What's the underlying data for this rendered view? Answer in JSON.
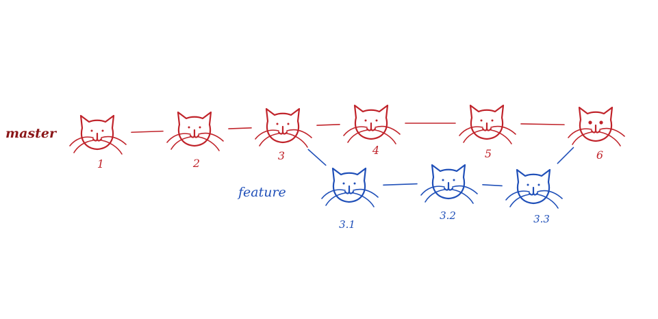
{
  "colors": {
    "master": "#c0232a",
    "master_label": "#8a1618",
    "feature": "#1f4fb8",
    "background": "#ffffff"
  },
  "branches": {
    "master": {
      "label": "master",
      "commits": [
        {
          "id": "1",
          "label": "1"
        },
        {
          "id": "2",
          "label": "2"
        },
        {
          "id": "3",
          "label": "3"
        },
        {
          "id": "4",
          "label": "4"
        },
        {
          "id": "5",
          "label": "5"
        },
        {
          "id": "6",
          "label": "6"
        }
      ]
    },
    "feature": {
      "label": "feature",
      "commits": [
        {
          "id": "3.1",
          "label": "3.1"
        },
        {
          "id": "3.2",
          "label": "3.2"
        },
        {
          "id": "3.3",
          "label": "3.3"
        }
      ]
    }
  },
  "edges": [
    {
      "from": "1",
      "to": "2"
    },
    {
      "from": "2",
      "to": "3"
    },
    {
      "from": "3",
      "to": "4"
    },
    {
      "from": "4",
      "to": "5"
    },
    {
      "from": "5",
      "to": "6"
    },
    {
      "from": "3",
      "to": "3.1"
    },
    {
      "from": "3.1",
      "to": "3.2"
    },
    {
      "from": "3.2",
      "to": "3.3"
    },
    {
      "from": "3.3",
      "to": "6"
    }
  ],
  "icons": {
    "commit_node": "cat-head-icon"
  }
}
